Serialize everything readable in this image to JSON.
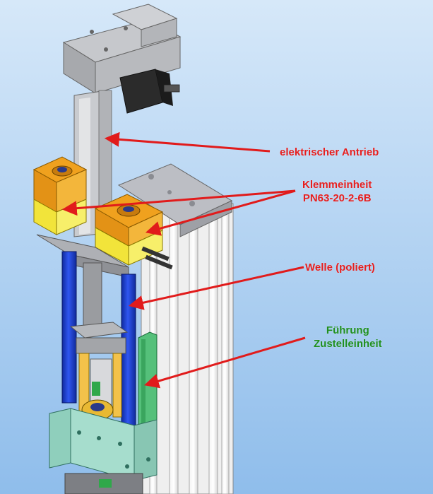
{
  "colors": {
    "background_top": "#cfe3f7",
    "background_bottom": "#9cc6ef",
    "arrow": "#e11b1b",
    "label_red": "#e61e1e",
    "label_green": "#1f8f1f",
    "clamp_orange": "#f0a11e",
    "clamp_yellow": "#f5ea3a",
    "shaft_blue": "#1d3fd4",
    "guide_green": "#55c07a",
    "plate_grey": "#b7b9bf",
    "carriage_mint": "#9fd8c7"
  },
  "labels": {
    "drive": "elektrischer Antrieb",
    "clamp_line1": "Klemmeinheit",
    "clamp_line2": "PN63-20-2-6B",
    "shaft": "Welle (poliert)",
    "guide_line1": "Führung",
    "guide_line2": "Zustelleinheit"
  }
}
